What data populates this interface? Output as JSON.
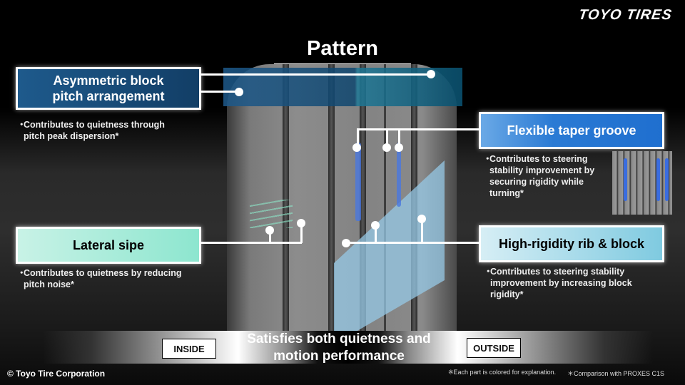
{
  "brand": {
    "logo_text": "TOYO TIRES"
  },
  "title": "Pattern",
  "callouts": {
    "asymmetric": {
      "label": "Asymmetric block pitch arrangement",
      "description": "Contributes to quietness through pitch peak dispersion*",
      "color": "#1a4e7c"
    },
    "flexible": {
      "label": "Flexible taper groove",
      "description": "Contributes to steering stability improvement by securing rigidity while turning*",
      "color": "#2a7ad4"
    },
    "lateral": {
      "label": "Lateral sipe",
      "description": "Contributes to quietness by reducing pitch noise*",
      "color": "#8de6cf"
    },
    "rib": {
      "label": "High-rigidity rib & block",
      "description": "Contributes to steering stability improvement by increasing block rigidity*",
      "color": "#7fcae0"
    }
  },
  "bullet": "・",
  "band": {
    "inside_label": "INSIDE",
    "outside_label": "OUTSIDE",
    "tagline": "Satisfies both quietness and motion performance"
  },
  "footer": {
    "copyright": "© Toyo Tire Corporation",
    "note_colored": "※Each part is colored for explanation.",
    "note_comparison": "＊Comparison with PROXES  C1S"
  }
}
